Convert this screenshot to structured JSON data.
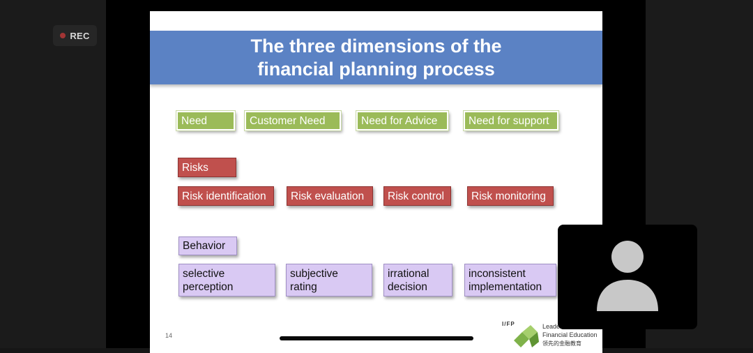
{
  "recording": {
    "label": "REC"
  },
  "slide": {
    "title_line1": "The three dimensions of the",
    "title_line2": "financial planning process",
    "need_row": [
      "Need",
      "Customer Need",
      "Need for Advice",
      "Need for support"
    ],
    "risks_header": "Risks",
    "risk_row": [
      "Risk identification",
      "Risk evaluation",
      "Risk control",
      "Risk monitoring"
    ],
    "behavior_header": "Behavior",
    "behavior_row": [
      {
        "line1": "selective",
        "line2": "perception"
      },
      {
        "line1": "subjective",
        "line2": "rating"
      },
      {
        "line1": "irrational",
        "line2": "decision"
      },
      {
        "line1": "inconsistent",
        "line2": "implementation"
      }
    ],
    "page_number": "14",
    "logo": {
      "mark": "I/FP",
      "line1": "Leader",
      "line2": "Financial Education",
      "line3": "领先的金融教育"
    }
  },
  "colors": {
    "title_band": "#5b82c4",
    "need": "#9bbb59",
    "risk": "#c0504d",
    "behavior": "#d9c9f3"
  },
  "icons": {
    "participant": "person-avatar-icon",
    "recording": "record-dot-icon"
  }
}
